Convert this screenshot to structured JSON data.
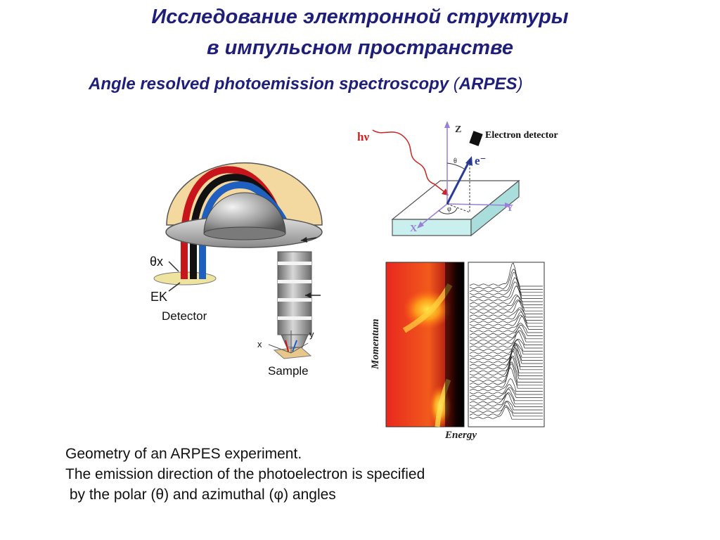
{
  "title": {
    "ru_line1": "Исследование электронной структуры",
    "ru_line2": "в импульсном пространстве",
    "en_main": "Angle resolved photoemission spectroscopy ",
    "en_paren_open": "(",
    "en_abbr": "ARPES",
    "en_paren_close": ")"
  },
  "setup_diagram": {
    "theta_x_label": "θx",
    "ek_label": "EK",
    "detector_label": "Detector",
    "sample_label": "Sample",
    "axis_x": "x",
    "axis_y": "y"
  },
  "geometry_diagram": {
    "photon_label": "hν",
    "z_label": "Z",
    "detector_label": "Electron detector",
    "theta_label": "θ",
    "electron_label": "e⁻",
    "phi_label": "φ",
    "x_label": "X",
    "y_label": "Y"
  },
  "spectra": {
    "ylabel": "Momentum",
    "xlabel": "Energy"
  },
  "caption": {
    "line1": "Geometry of an ARPES experiment.",
    "line2": "The emission direction of the photoelectron is specified",
    "line3": " by the polar (θ) and azimuthal (φ) angles"
  },
  "colors": {
    "title": "#1f1f7a",
    "photon": "#cc2222",
    "axes": "#9a7ed8",
    "slab": "#c9f0ef"
  }
}
